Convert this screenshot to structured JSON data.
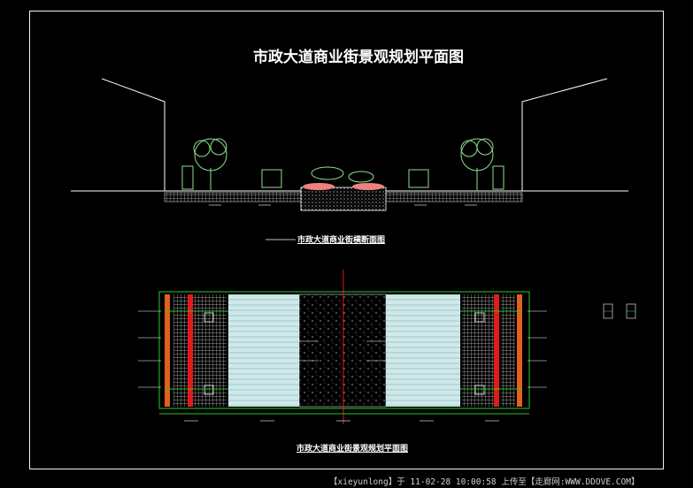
{
  "drawing": {
    "title": "市政大道商业街景观规划平面图",
    "section_caption": "市政大道商业街横断面图",
    "plan_caption": "市政大道商业街景观规划平面图",
    "footer": "【xieyunlong】于 11-02-28 10:00:58 上传至【走廊网:WWW.DDOVE.COM】"
  },
  "colors": {
    "background": "#000000",
    "frame": "#f0f0f0",
    "linework": "#ffffff",
    "tree": "#8fe08f",
    "red_axis": "#e01b1b",
    "orange_strip": "#e06020",
    "paving": "#c8c8c8",
    "lawn": "#cfe8e8",
    "green_edge": "#28c828",
    "flowers": "#f08080"
  }
}
